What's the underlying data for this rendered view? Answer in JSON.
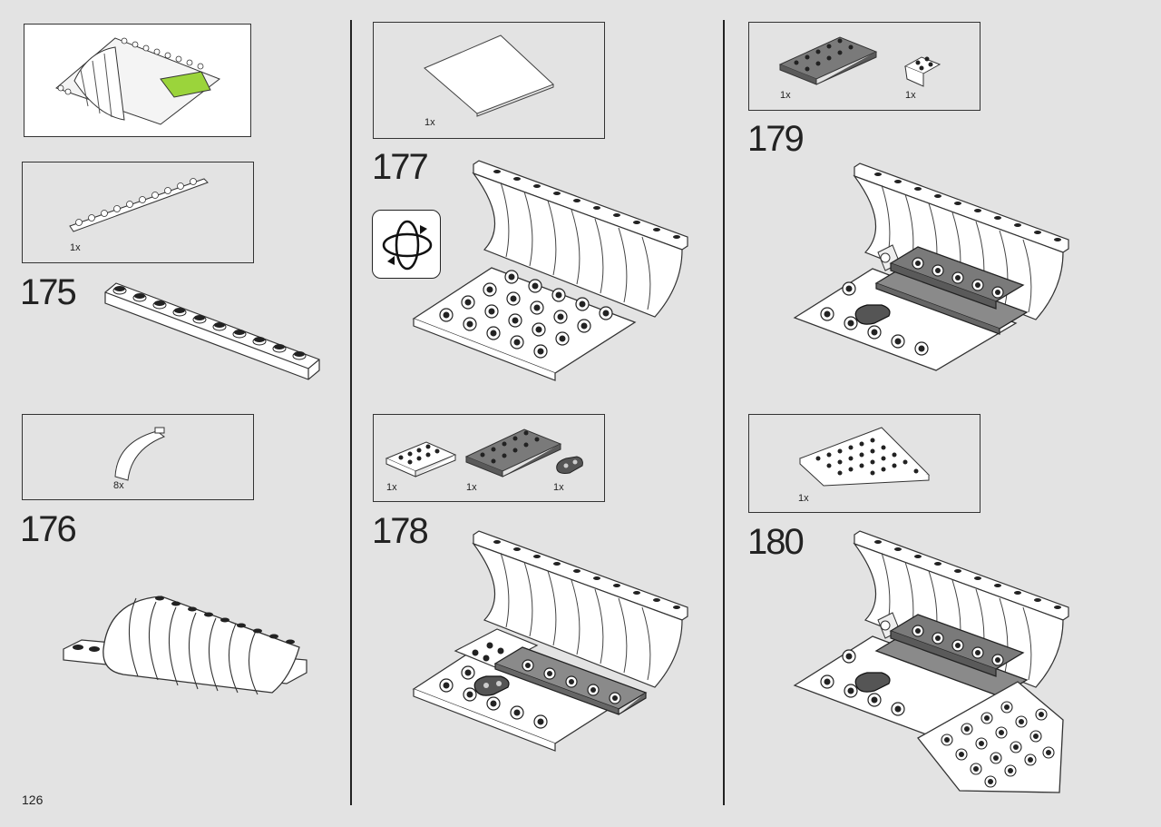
{
  "page": {
    "number": "126"
  },
  "steps": [
    {
      "id": "175",
      "number": "175",
      "parts": [
        {
          "qty": "1x",
          "icon": "plate-1x10-white"
        }
      ]
    },
    {
      "id": "176",
      "number": "176",
      "parts": [
        {
          "qty": "8x",
          "icon": "curved-slope-white"
        }
      ]
    },
    {
      "id": "177",
      "number": "177",
      "parts": [
        {
          "qty": "1x",
          "icon": "tile-white-large"
        }
      ],
      "indicator": "rotate-model-icon"
    },
    {
      "id": "178",
      "number": "178",
      "parts": [
        {
          "qty": "1x",
          "icon": "plate-2x4-white"
        },
        {
          "qty": "1x",
          "icon": "plate-2x6-dark-gray"
        },
        {
          "qty": "1x",
          "icon": "plate-1x2-rounded-dark-gray"
        }
      ]
    },
    {
      "id": "179",
      "number": "179",
      "parts": [
        {
          "qty": "1x",
          "icon": "plate-2x6-dark-gray"
        },
        {
          "qty": "1x",
          "icon": "plate-2x2-bracket-white"
        }
      ]
    },
    {
      "id": "180",
      "number": "180",
      "parts": [
        {
          "qty": "1x",
          "icon": "wedge-plate-white"
        }
      ]
    }
  ],
  "colors": {
    "background": "#e3e3e3",
    "highlight": "#9bd43b",
    "dark_part": "#7a7a7a",
    "line": "#222222"
  }
}
